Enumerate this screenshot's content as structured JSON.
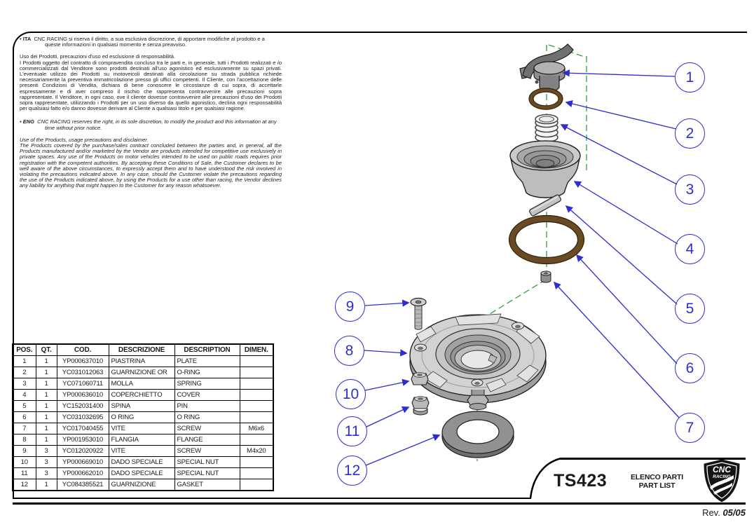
{
  "notices": {
    "ita": {
      "bullet": "•",
      "lang": "ITA",
      "intro": "CNC RACING si riserva il diritto, a sua esclusiva discrezione, di apportare modifiche al prodotto e a queste informazioni in qualsiasi momento e senza preavviso.",
      "title": "Uso dei Prodotti, precauzioni d'uso ed esclusione di responsabilità.",
      "body": "I Prodotti oggetto del contratto di compravendita concluso tra le parti e, in generale, tutti i Prodotti realizzati e /o commercializzati dal Venditore sono prodotti destinati all'uso agonistico ed esclusivamente su spazi privati. L'eventuale utilizzo dei Prodotti su motoveicoli destinati alla circolazione su strada pubblica richiede necessariamente la preventiva immatricolazione presso gli uffici competenti. Il Cliente, con l'accettazione delle presenti Condizioni di Vendita, dichiara di bene conoscere le circostanze di cui sopra, di accettarle espressamente e di aver compreso il rischio che rappresenta contravvenire alle precauzioni sopra rappresentate. Il Venditore, in ogni caso, ove il cliente dovesse contravvenire alle precauzioni d'uso dei Prodotti sopra rappresentate, utilizzando i Prodotti per un uso diverso da quello agonistico, declina ogni responsabilità per qualsiasi fatto e/o danno dovesse derivare al Cliente a qualsiasi titolo e per qualsiasi ragione."
    },
    "eng": {
      "bullet": "•",
      "lang": "ENG",
      "intro": "CNC RACING reserves the right, in its sole discretion, to modify the product and this information at any time without prior notice.",
      "title": "Use of the Products, usage precautions and disclaimer.",
      "body": "The Products covered by the purchase/sales contract concluded between the parties and, in general, all the Products manufactured and/or marketed by the Vendor are products intended for competitive use exclusively in private spaces. Any use of the Products on motor vehicles intended to be used on public roads requires prior registration with the competent authorities. By accepting these Conditions of Sale, the Customer declares to be well aware of the above circumstances, to expressly accept them and to have understood the risk involved in violating the precautions indicated above. In any case, should the Customer violate the precautions regarding the use of the Products indicated above, by using the Products for a use other than racing, the Vendor declines any liability for anything that might happen to the Customer for any reason whatsoever."
    }
  },
  "parts_table": {
    "headers": [
      "POS.",
      "QT.",
      "COD.",
      "DESCRIZIONE",
      "DESCRIPTION",
      "DIMEN."
    ],
    "rows": [
      [
        "1",
        "1",
        "YP000637010",
        "PIASTRINA",
        "PLATE",
        ""
      ],
      [
        "2",
        "1",
        "YC031012063",
        "GUARNIZIONE OR",
        "O-RING",
        ""
      ],
      [
        "3",
        "1",
        "YC071060711",
        "MOLLA",
        "SPRING",
        ""
      ],
      [
        "4",
        "1",
        "YP000636010",
        "COPERCHIETTO",
        "COVER",
        ""
      ],
      [
        "5",
        "1",
        "YC152031400",
        "SPINA",
        "PIN",
        ""
      ],
      [
        "6",
        "1",
        "YC031032695",
        "O RING",
        "O RING",
        ""
      ],
      [
        "7",
        "1",
        "YC017040455",
        "VITE",
        "SCREW",
        "M6x6"
      ],
      [
        "8",
        "1",
        "YP001953010",
        "FLANGIA",
        "FLANGE",
        ""
      ],
      [
        "9",
        "3",
        "YC012020922",
        "VITE",
        "SCREW",
        "M4x20"
      ],
      [
        "10",
        "3",
        "YP000669010",
        "DADO SPECIALE",
        "SPECIAL NUT",
        ""
      ],
      [
        "11",
        "3",
        "YP000662010",
        "DADO SPECIALE",
        "SPECIAL NUT",
        ""
      ],
      [
        "12",
        "1",
        "YC084385521",
        "GUARNIZIONE",
        "GASKET",
        ""
      ]
    ]
  },
  "diagram": {
    "callouts": [
      {
        "label": "1"
      },
      {
        "label": "2"
      },
      {
        "label": "3"
      },
      {
        "label": "4"
      },
      {
        "label": "5"
      },
      {
        "label": "6"
      },
      {
        "label": "7"
      },
      {
        "label": "8"
      },
      {
        "label": "9"
      },
      {
        "label": "10"
      },
      {
        "label": "11"
      },
      {
        "label": "12"
      }
    ]
  },
  "title_block": {
    "code": "TS423",
    "list_title_ita": "ELENCO PARTI",
    "list_title_eng": "PART LIST",
    "logo_line1": "CNC",
    "logo_line2": "RACING"
  },
  "revision": {
    "label": "Rev.",
    "value": "05/05"
  },
  "colors": {
    "callout_blue": "#2d2dd0",
    "centerline_green": "#2f9e41",
    "oring_brown": "#6a4a22",
    "part_gray": "#cdcdcd"
  }
}
